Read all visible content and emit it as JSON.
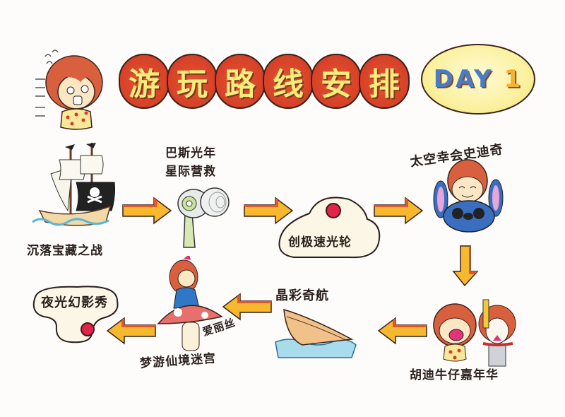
{
  "title": {
    "chars": [
      "游",
      "玩",
      "路",
      "线",
      "安",
      "排"
    ],
    "text": "游玩路线安排",
    "day_badge": {
      "word": "DAY",
      "number": "1"
    }
  },
  "colors": {
    "title_bg": "#d9432a",
    "title_text": "#f8ec7a",
    "badge_bg": "#fbf1a0",
    "badge_text": "#4a7cc4",
    "arrow_top": "#e8542a",
    "arrow_body": "#f5b82e",
    "dot": "#e2244a",
    "water": "#8fd0e8"
  },
  "route": {
    "stops": [
      {
        "id": 1,
        "name": "沉落宝藏之战",
        "icon": "pirate-ship-icon"
      },
      {
        "id": 2,
        "name_line1": "巴斯光年",
        "name_line2": "星际营救",
        "icon": "space-blaster-icon"
      },
      {
        "id": 3,
        "name": "创极速光轮",
        "icon": "red-dot-cloud-icon"
      },
      {
        "id": 4,
        "name": "太空幸会史迪奇",
        "icon": "stitch-character-icon"
      },
      {
        "id": 5,
        "name": "胡迪牛仔嘉年华",
        "icon": "cowboy-characters-icon"
      },
      {
        "id": 6,
        "name": "晶彩奇航",
        "icon": "boat-icon"
      },
      {
        "id": 7,
        "name": "梦游仙境迷宫",
        "sublabel": "爱丽丝",
        "icon": "alice-mushroom-icon"
      },
      {
        "id": 8,
        "name": "夜光幻影秀",
        "icon": "red-dot-cloud-icon"
      }
    ],
    "arrows": [
      "right",
      "right",
      "right",
      "down",
      "left",
      "left",
      "left"
    ]
  }
}
